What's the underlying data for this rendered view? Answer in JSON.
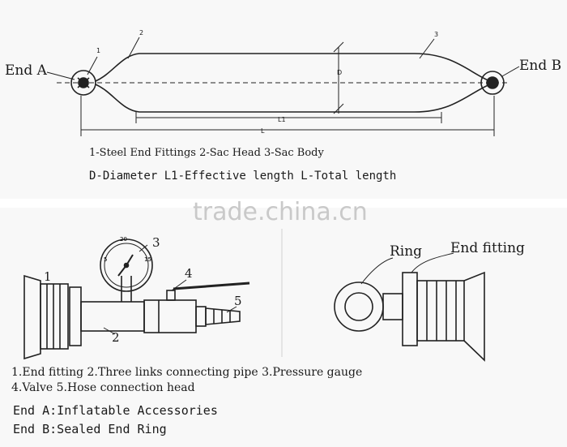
{
  "top": {
    "end_a": "End A",
    "end_b": "End B",
    "callouts": [
      "1",
      "2",
      "3"
    ],
    "dim_d": "D",
    "dim_l1": "L1",
    "dim_l": "L",
    "legend_line1": "1-Steel End Fittings 2-Sac Head 3-Sac Body",
    "legend_line2": "D-Diameter  L1-Effective length  L-Total length"
  },
  "watermark": "trade.china.cn",
  "bottom_left": {
    "callouts": [
      "1",
      "2",
      "3",
      "4",
      "5"
    ]
  },
  "bottom_right": {
    "ring": "Ring",
    "end_fitting": "End fitting"
  },
  "captions": {
    "line1": "1.End fitting 2.Three links connecting pipe 3.Pressure gauge",
    "line2": "4.Valve   5.Hose connection head",
    "line3": "End A:Inflatable Accessories",
    "line4": "End B:Sealed End Ring"
  }
}
